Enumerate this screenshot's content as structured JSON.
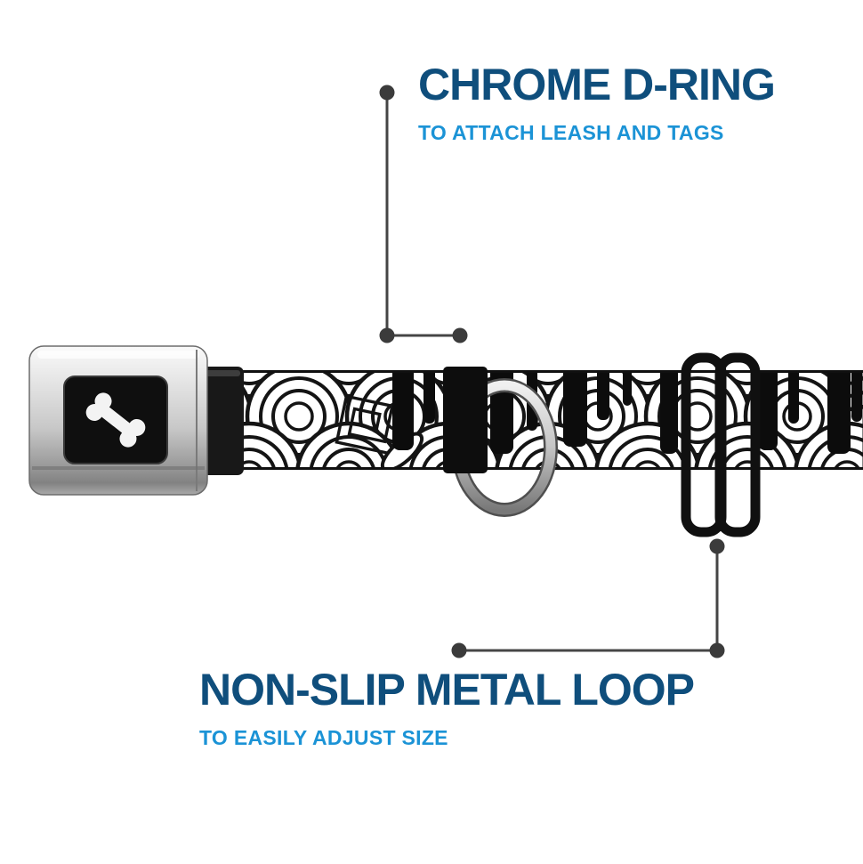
{
  "callouts": {
    "dring": {
      "title": "CHROME D-RING",
      "subtitle": "TO ATTACH LEASH AND TAGS"
    },
    "loop": {
      "title": "NON-SLIP METAL LOOP",
      "subtitle": "TO EASILY ADJUST SIZE"
    }
  },
  "colors": {
    "title-color": "#0f4e7c",
    "subtitle-color": "#1b93d6",
    "callout-line-color": "#454545",
    "callout-dot-color": "#3b3b3b",
    "strap-ink": "#121212",
    "strap-bg": "#ffffff"
  },
  "icons": {
    "buckle_logo": "dog-bone-icon"
  }
}
